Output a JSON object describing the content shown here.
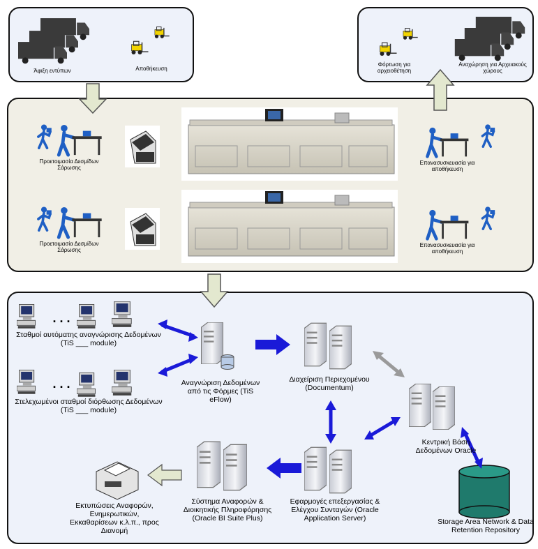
{
  "top_left": {
    "arrival_label": "Άφιξη εντύπων",
    "storage_label": "Αποθήκευση"
  },
  "top_right": {
    "loading_label": "Φόρτωση για αρχειοθέτηση",
    "departure_label": "Αναχώρηση για Αρχειακούς χώρους"
  },
  "scanning": {
    "prep_label": "Προετοιμασία Δεσμίδων Σάρωσης",
    "repack_label": "Επανασυσκευασία για αποθήκευση"
  },
  "system": {
    "ocr_stations": "Σταθμοί αυτόματης αναγνώρισης Δεδομένων (TiS ___ module)",
    "correction_stations": "Στελεχωμένοι σταθμοί διόρθωσης Δεδομένων (TiS ___ module)",
    "ellipsis": ". . .",
    "eflow": "Αναγνώριση Δεδομένων από τις Φόρμες (TiS eFlow)",
    "documentum": "Διαχείριση Περιεχομένου (Documentum)",
    "oracle_db": "Κεντρική Βάση Δεδομένων Oracle",
    "san": "Storage Area Network & Data Retention Repository",
    "app_server": "Εφαρμογές επεξεργασίας & Ελέγχου Συνταγών (Oracle Application Server)",
    "bi": "Σύστημα Αναφορών & Διοικητικής Πληροφόρησης (Oracle BI Suite Plus)",
    "prints": "Εκτυπώσεις Αναφορών, Ενημερωτικών, Εκκαθαρίσεων κ.λ.π., προς Διανομή"
  },
  "colors": {
    "panel_fill": "#eef2fa",
    "scan_fill": "#f1efe6",
    "blue_arrow": "#1a1ad8",
    "gray_arrow": "#9a9a9a",
    "hollow_arrow_fill": "#e3e8cf",
    "db_cylinder": "#1f7a6c",
    "truck": "#3a3a3a",
    "forklift": "#f2d400"
  }
}
